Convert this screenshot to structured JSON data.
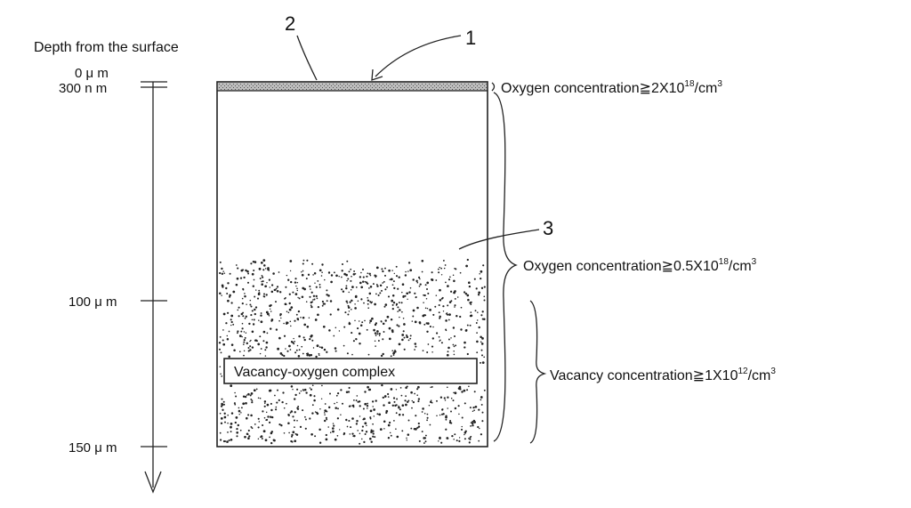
{
  "axis": {
    "title": "Depth from the surface",
    "ticks": [
      {
        "label": "0 μ m",
        "depth": "0 um"
      },
      {
        "label": "300 n m",
        "depth": "300 nm"
      },
      {
        "label": "100 μ m",
        "depth": "100 um"
      },
      {
        "label": "150 μ m",
        "depth": "150 um"
      }
    ]
  },
  "reference_numerals": {
    "wafer": "1",
    "surface_layer": "2",
    "oxygen_region": "3"
  },
  "complex_label": "Vacancy-oxygen complex",
  "annotations": {
    "surface": {
      "prefix": "Oxygen concentration≧2X10",
      "exp": "18",
      "unit": "/cm",
      "unit_exp": "3"
    },
    "bulk": {
      "prefix": "Oxygen concentration≧0.5X10",
      "exp": "18",
      "unit": "/cm",
      "unit_exp": "3"
    },
    "vacancy": {
      "prefix": "Vacancy concentration≧1X10",
      "exp": "12",
      "unit": "/cm",
      "unit_exp": "3"
    }
  },
  "colors": {
    "ink": "#111111",
    "background": "#ffffff",
    "dots": "#222222"
  }
}
